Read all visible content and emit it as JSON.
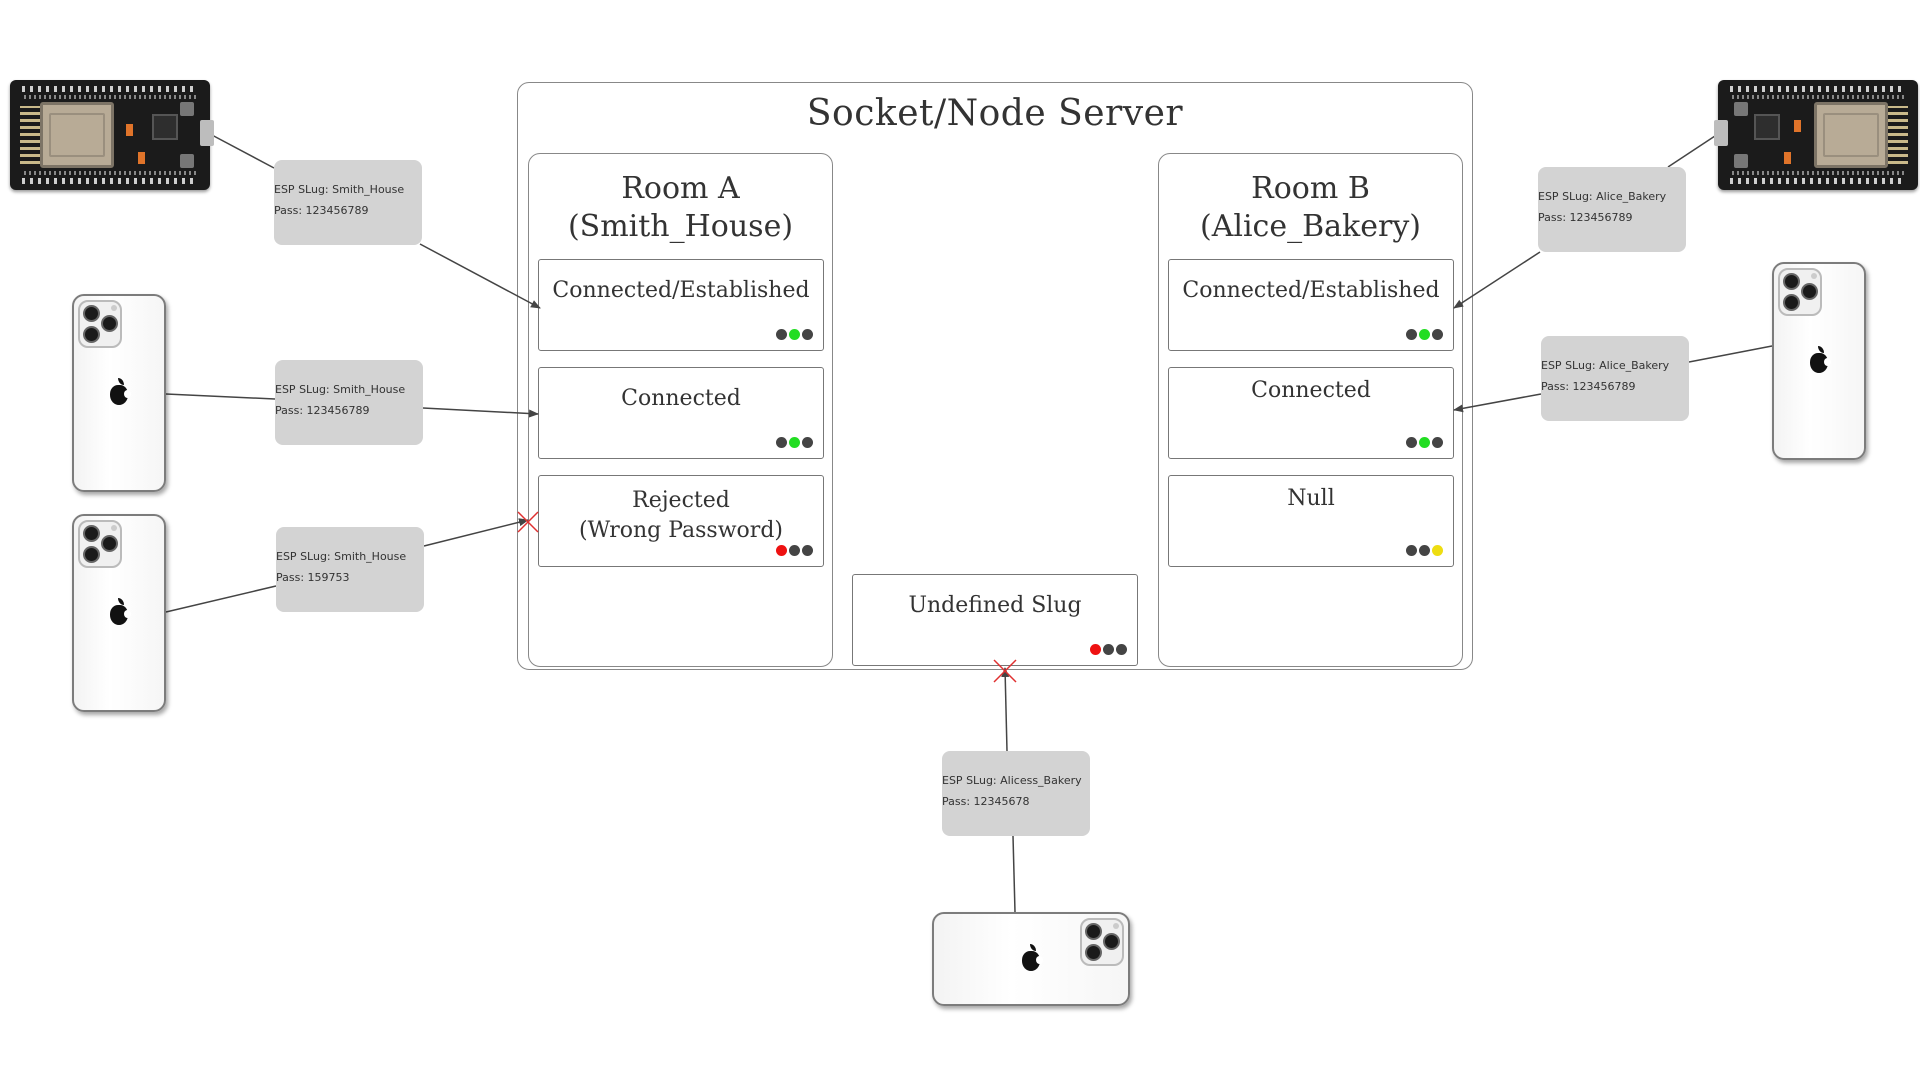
{
  "server": {
    "title": "Socket/Node Server"
  },
  "room_a": {
    "title_line1": "Room A",
    "title_line2": "(Smith_House)",
    "cards": [
      {
        "label": "Connected/Established",
        "dots": [
          "#444444",
          "#22dd22",
          "#444444"
        ]
      },
      {
        "label": "Connected",
        "dots": [
          "#444444",
          "#22dd22",
          "#444444"
        ]
      },
      {
        "label_line1": "Rejected",
        "label_line2": "(Wrong Password)",
        "dots": [
          "#ee1111",
          "#444444",
          "#444444"
        ]
      }
    ]
  },
  "room_b": {
    "title_line1": "Room B",
    "title_line2": "(Alice_Bakery)",
    "cards": [
      {
        "label": "Connected/Established",
        "dots": [
          "#444444",
          "#22dd22",
          "#444444"
        ]
      },
      {
        "label": "Connected",
        "dots": [
          "#444444",
          "#22dd22",
          "#444444"
        ]
      },
      {
        "label": "Null",
        "dots": [
          "#444444",
          "#444444",
          "#eedd11"
        ]
      }
    ]
  },
  "undefined_slug": {
    "label": "Undefined Slug",
    "dots": [
      "#ee1111",
      "#444444",
      "#444444"
    ]
  },
  "credentials": [
    {
      "slug": "ESP SLug: Smith_House",
      "pass": "Pass: 123456789"
    },
    {
      "slug": "ESP SLug: Smith_House",
      "pass": "Pass: 123456789"
    },
    {
      "slug": "ESP SLug: Smith_House",
      "pass": "Pass: 159753"
    },
    {
      "slug": "ESP SLug: Alice_Bakery",
      "pass": "Pass: 123456789"
    },
    {
      "slug": "ESP SLug: Alice_Bakery",
      "pass": "Pass: 123456789"
    },
    {
      "slug": "ESP SLug: Alicess_Bakery",
      "pass": "Pass: 12345678"
    }
  ],
  "devices": {
    "esp_boards": [
      "esp32-board-icon",
      "esp32-board-icon"
    ],
    "phones": [
      "iphone-icon",
      "iphone-icon",
      "iphone-icon",
      "iphone-icon"
    ]
  },
  "colors": {
    "rejected_marker": "#e03030",
    "arrow": "#444444"
  }
}
